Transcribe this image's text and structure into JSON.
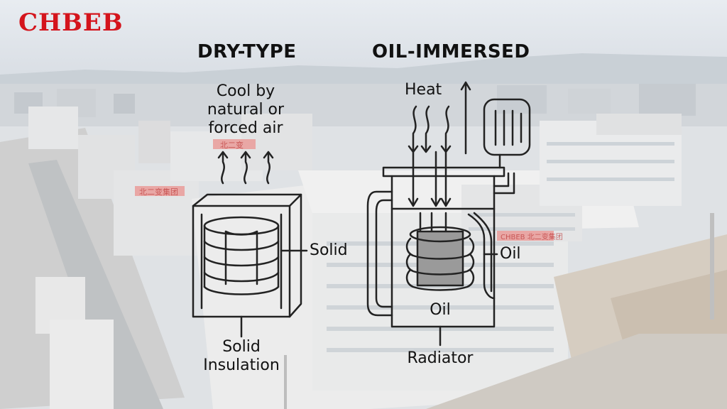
{
  "brand": {
    "logo_text": "CHBEB",
    "color": "#d4141c"
  },
  "dry_type": {
    "title": "DRY-TYPE",
    "cooling_label_1": "Cool by",
    "cooling_label_2": "natural or",
    "cooling_label_3": "forced air",
    "core_label": "Solid",
    "bottom_label_1": "Solid",
    "bottom_label_2": "Insulation"
  },
  "oil_immersed": {
    "title": "OIL-IMMERSED",
    "heat_label": "Heat",
    "side_label": "Oil",
    "center_label": "Oil",
    "bottom_label": "Radiator"
  },
  "background": {
    "sign_1": "北二变集团",
    "sign_2": "北二变",
    "sign_3": "CHBEB 北二变集团"
  }
}
